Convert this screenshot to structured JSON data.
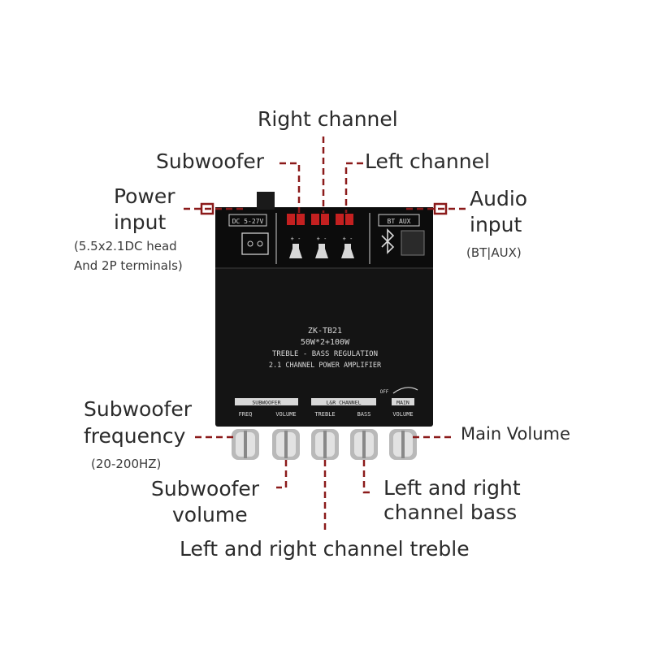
{
  "labels": {
    "right_channel": "Right channel",
    "subwoofer": "Subwoofer",
    "left_channel": "Left channel",
    "power_input_line1": "Power",
    "power_input_line2": "input",
    "power_input_note1": "(5.5x2.1DC head",
    "power_input_note2": "And 2P terminals)",
    "audio_input_line1": "Audio",
    "audio_input_line2": "input",
    "audio_input_note": "(BT|AUX)",
    "sub_freq_line1": "Subwoofer",
    "sub_freq_line2": "frequency",
    "sub_freq_note": "(20-200HZ)",
    "main_volume": "Main Volume",
    "sub_volume_line1": "Subwoofer",
    "sub_volume_line2": "volume",
    "lr_bass_line1": "Left and right",
    "lr_bass_line2": "channel bass",
    "lr_treble": "Left and right channel treble"
  },
  "board": {
    "model": "ZK-TB21",
    "power": "50W*2+100W",
    "line3": "TREBLE - BASS REGULATION",
    "line4": "2.1 CHANNEL POWER AMPLIFIER",
    "power_label": "DC 5-27V",
    "audio_label": "BT AUX",
    "knob_group1": "SUBWOOFER",
    "knob_group2": "L&R CHANNEL",
    "knob_group3": "MAIN",
    "knob_freq": "FREQ",
    "knob_volume": "VOLUME",
    "knob_treble": "TREBLE",
    "knob_bass": "BASS",
    "knob_main_volume": "VOLUME",
    "knob_off": "OFF"
  },
  "colors": {
    "leader": "#8b1a1a",
    "board": "#141414",
    "knob": "#b9b9b9"
  }
}
